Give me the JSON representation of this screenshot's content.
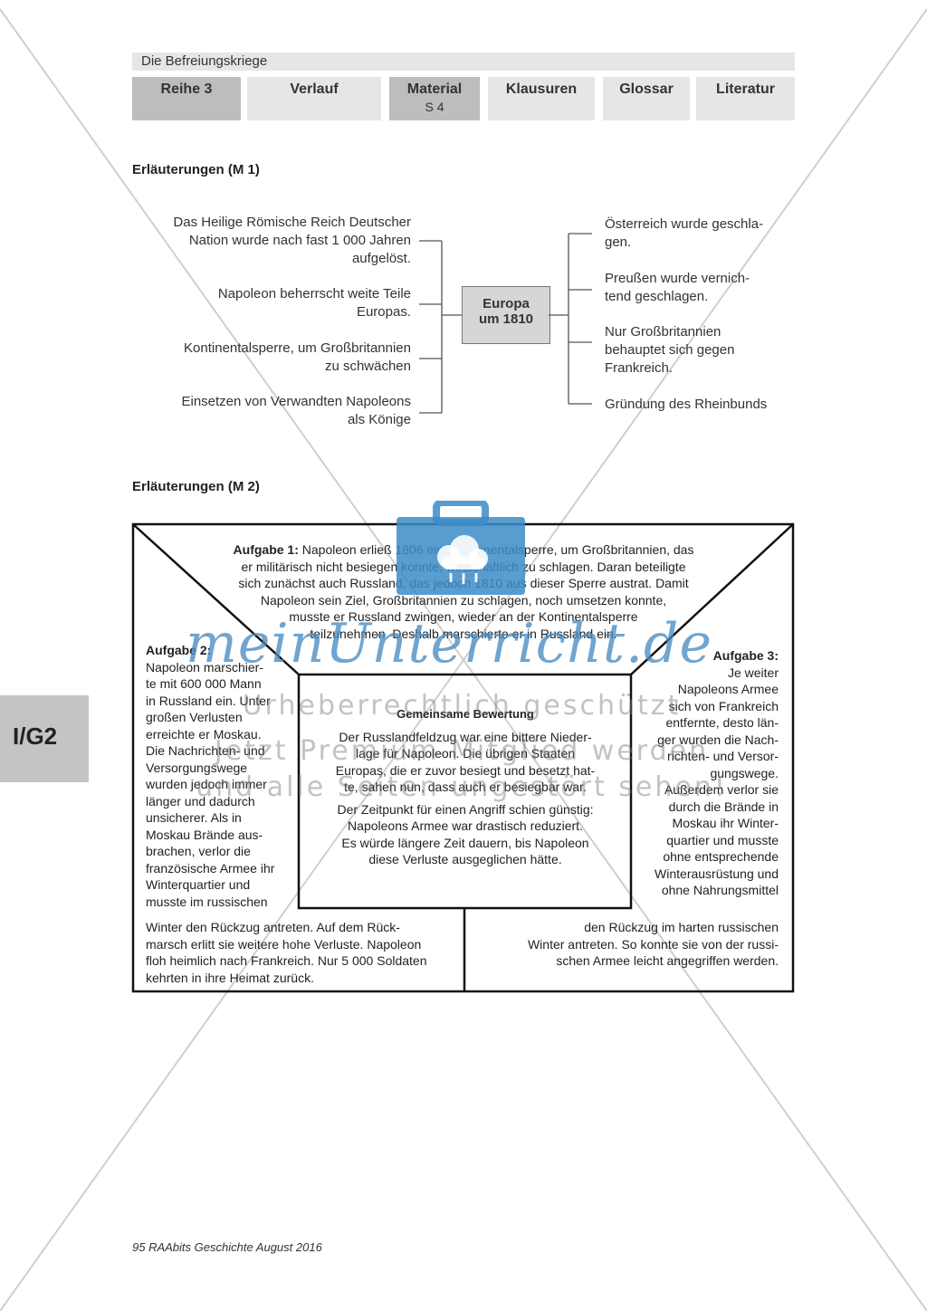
{
  "header": {
    "title": "Die Befreiungskriege",
    "tabs": [
      {
        "label": "Reihe 3",
        "sub": ""
      },
      {
        "label": "Verlauf",
        "sub": ""
      },
      {
        "label": "Material",
        "sub": "S 4"
      },
      {
        "label": "Klausuren",
        "sub": ""
      },
      {
        "label": "Glossar",
        "sub": ""
      },
      {
        "label": "Literatur",
        "sub": ""
      }
    ]
  },
  "side_tab": "I/G2",
  "m1": {
    "heading": "Erläuterungen (M 1)",
    "center": [
      "Europa",
      "um 1810"
    ],
    "left": [
      [
        "Das Heilige Römische Reich Deutscher",
        "Nation wurde nach fast 1 000 Jahren",
        "aufgelöst."
      ],
      [
        "Napoleon beherrscht weite Teile",
        "Europas."
      ],
      [
        "Kontinentalsperre, um Großbritannien",
        "zu schwächen"
      ],
      [
        "Einsetzen von Verwandten Napoleons",
        "als Könige"
      ]
    ],
    "right": [
      [
        "Österreich wurde geschla-",
        "gen."
      ],
      [
        "Preußen wurde vernich-",
        "tend geschlagen."
      ],
      [
        "Nur Großbritannien",
        "behauptet sich gegen",
        "Frankreich."
      ],
      [
        "Gründung des Rheinbunds"
      ]
    ]
  },
  "m2": {
    "heading": "Erläuterungen (M 2)",
    "aufgabe1_label": "Aufgabe 1:",
    "aufgabe1_lines": [
      "Napoleon erließ 1806 eine Kontinentalsperre, um Großbritannien, das",
      "er militärisch nicht besiegen konnte, wirtschaftlich zu schlagen. Daran beteiligte",
      "sich zunächst auch Russland, das jedoch 1810 aus dieser Sperre austrat. Damit",
      "Napoleon sein Ziel, Großbritannien zu schlagen, noch umsetzen konnte,",
      "musste er Russland zwingen, wieder an der Kontinentalsperre",
      "teilzunehmen. Deshalb marschierte er in Russland ein."
    ],
    "aufgabe2_label": "Aufgabe 2:",
    "aufgabe2_lines": [
      "Napoleon marschier-",
      "te mit 600 000 Mann",
      "in Russland ein. Unter",
      "großen Verlusten",
      "erreichte er Moskau.",
      "Die Nachrichten- und",
      "Versorgungswege",
      "wurden jedoch immer",
      "länger und dadurch",
      "unsicherer. Als in",
      "Moskau Brände aus-",
      "brachen, verlor die",
      "französische Armee ihr",
      "Winterquartier und",
      "musste im russischen",
      "Winter den Rückzug antreten. Auf dem Rück-",
      "marsch erlitt sie weitere hohe Verluste. Napoleon",
      "floh heimlich nach Frankreich. Nur 5 000 Soldaten",
      "kehrten in ihre Heimat zurück."
    ],
    "aufgabe3_label": "Aufgabe 3:",
    "aufgabe3_lines": [
      "Je weiter",
      "Napoleons Armee",
      "sich von Frankreich",
      "entfernte, desto län-",
      "ger wurden die Nach-",
      "richten- und Versor-",
      "gungswege.",
      "Außerdem verlor sie",
      "durch die Brände in",
      "Moskau ihr Winter-",
      "quartier und musste",
      "ohne entsprechende",
      "Winterausrüstung und",
      "ohne Nahrungsmittel",
      "den Rückzug im harten russischen",
      "Winter antreten. So konnte sie von der russi-",
      "schen Armee leicht angegriffen werden."
    ],
    "bewertung_title": "Gemeinsame Bewertung",
    "bewertung_p1": [
      "Der Russlandfeldzug war eine bittere Nieder-",
      "lage für Napoleon. Die übrigen Staaten",
      "Europas, die er zuvor besiegt und besetzt hat-",
      "te, sahen nun, dass auch er besiegbar war."
    ],
    "bewertung_p2": [
      "Der Zeitpunkt für einen Angriff schien günstig:",
      "Napoleons Armee war drastisch reduziert.",
      "Es würde längere Zeit dauern, bis Napoleon",
      "diese Verluste ausgeglichen hätte."
    ]
  },
  "watermark": {
    "brand": "meinUnterricht.de",
    "line1": "Urheberrechtlich geschützt",
    "line2": "Jetzt Premium Mitglied werden",
    "line3": "und alle Seiten ungestört sehen!"
  },
  "footer": "95 RAAbits Geschichte August 2016"
}
